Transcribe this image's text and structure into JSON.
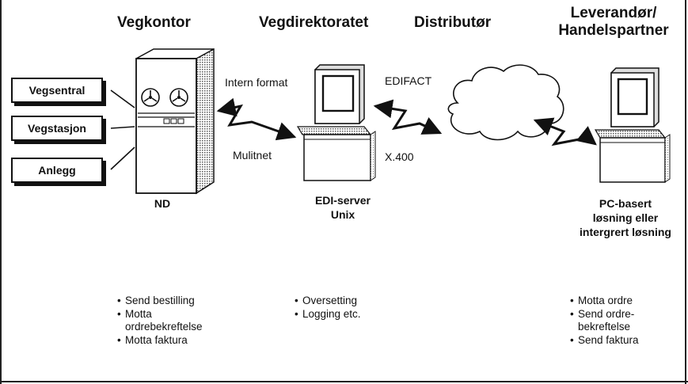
{
  "headings": {
    "vegkontor": "Vegkontor",
    "vegdirektoratet": "Vegdirektoratet",
    "distributor": "Distributør",
    "leverandor_line1": "Leverandør/",
    "leverandor_line2": "Handelspartner"
  },
  "sources": [
    {
      "label": "Vegsentral"
    },
    {
      "label": "Vegstasjon"
    },
    {
      "label": "Anlegg"
    }
  ],
  "nodes": {
    "nd_label": "ND",
    "edi_line1": "EDI-server",
    "edi_line2": "Unix",
    "pc_line1": "PC-basert",
    "pc_line2": "løsning eller",
    "pc_line3": "intergrert løsning"
  },
  "links": {
    "intern_format": "Intern format",
    "mulitnet": "Mulitnet",
    "edifact": "EDIFACT",
    "x400": "X.400"
  },
  "bullets": {
    "vegkontor": [
      "Send bestilling",
      "Motta",
      "ordrebekreftelse",
      "Motta faktura"
    ],
    "vegdirektoratet": [
      "Oversetting",
      "Logging etc."
    ],
    "leverandor": [
      "Motta ordre",
      "Send ordre-",
      "bekreftelse",
      "Send faktura"
    ]
  },
  "icons": {
    "mainframe": "mainframe-computer-icon",
    "edi_server": "desktop-computer-icon",
    "pc": "desktop-computer-icon",
    "network": "cloud-icon",
    "link": "lightning-link-icon"
  },
  "colors": {
    "ink": "#111111",
    "paper": "#ffffff",
    "shade": "#bbbbbb"
  }
}
